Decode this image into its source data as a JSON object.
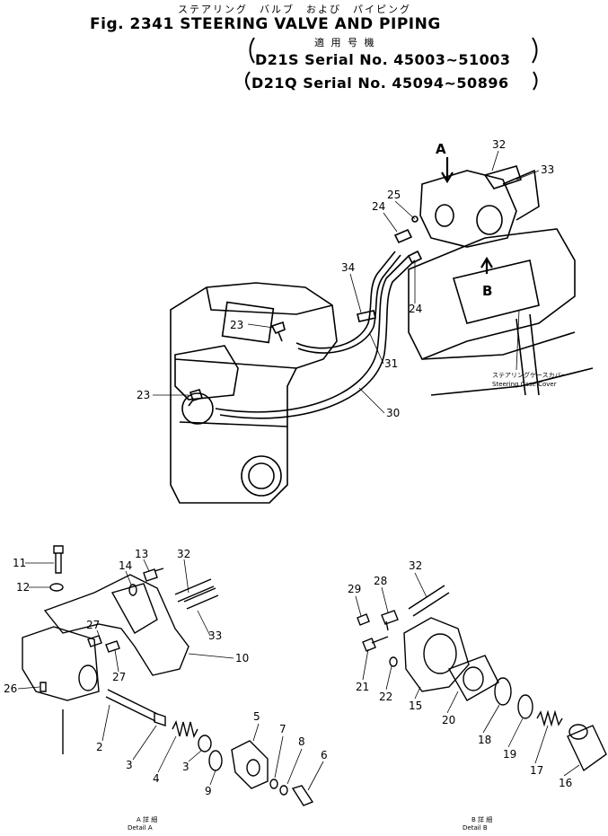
{
  "header": {
    "jp_title": "ステアリング　バルブ　および　パイピング",
    "fig_title": "Fig. 2341  STEERING VALVE AND PIPING",
    "applicable_jp": "適 用 号 機",
    "serial_1": "D21S  Serial No. 45003~51003",
    "serial_2": "D21Q  Serial No. 45094~50896"
  },
  "views": {
    "arrow_a": "A",
    "arrow_b": "B",
    "cover_jp": "ステアリングケースカバー",
    "cover_en": "Steering  Case  Cover",
    "detail_a_jp": "A 詳 細",
    "detail_a_en": "Detail  A",
    "detail_b_jp": "B 詳 細",
    "detail_b_en": "Detail  B"
  },
  "callouts": {
    "c32_top": "32",
    "c33_top": "33",
    "c25": "25",
    "c24_upper": "24",
    "c34": "34",
    "c24_lower": "24",
    "c23_upper": "23",
    "c31": "31",
    "c23_lower": "23",
    "c30": "30",
    "a11": "11",
    "a12": "12",
    "a13": "13",
    "a14": "14",
    "a32": "32",
    "a27_upper": "27",
    "a33": "33",
    "a10": "10",
    "a27_lower": "27",
    "a26": "26",
    "a2": "2",
    "a3_upper": "3",
    "a4": "4",
    "a3_lower": "3",
    "a9": "9",
    "a5": "5",
    "a7": "7",
    "a8": "8",
    "a6": "6",
    "b32": "32",
    "b28": "28",
    "b29": "29",
    "b21": "21",
    "b22": "22",
    "b15": "15",
    "b20": "20",
    "b18": "18",
    "b19": "19",
    "b17": "17",
    "b16": "16"
  }
}
